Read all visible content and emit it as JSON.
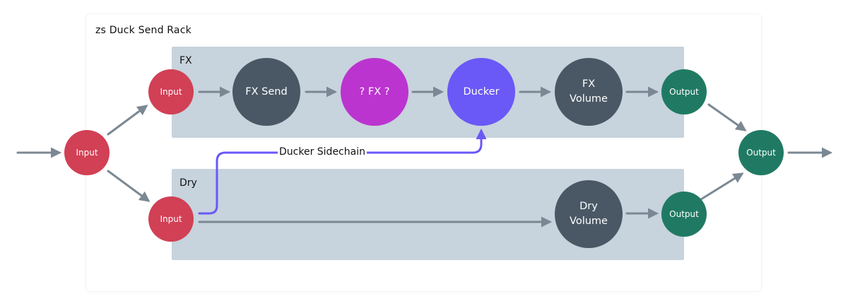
{
  "rack": {
    "title": "zs Duck Send Rack"
  },
  "groups": {
    "fx": {
      "label": "FX"
    },
    "dry": {
      "label": "Dry"
    }
  },
  "nodes": {
    "main_input": "Input",
    "fx_input": "Input",
    "fx_send": "FX Send",
    "fx_plugin": "? FX ?",
    "ducker": "Ducker",
    "fx_volume": "FX Volume",
    "fx_output": "Output",
    "dry_input": "Input",
    "dry_volume": "Dry Volume",
    "dry_output": "Output",
    "main_output": "Output"
  },
  "edges": {
    "sidechain_label": "Ducker Sidechain"
  },
  "colors": {
    "input": "#d14055",
    "output": "#207a63",
    "processor": "#4a5865",
    "fx": "#bb34cf",
    "ducker": "#6a58f7",
    "group_bg": "#c7d3dd",
    "arrow": "#7b8893",
    "sidechain": "#6a58f7"
  }
}
